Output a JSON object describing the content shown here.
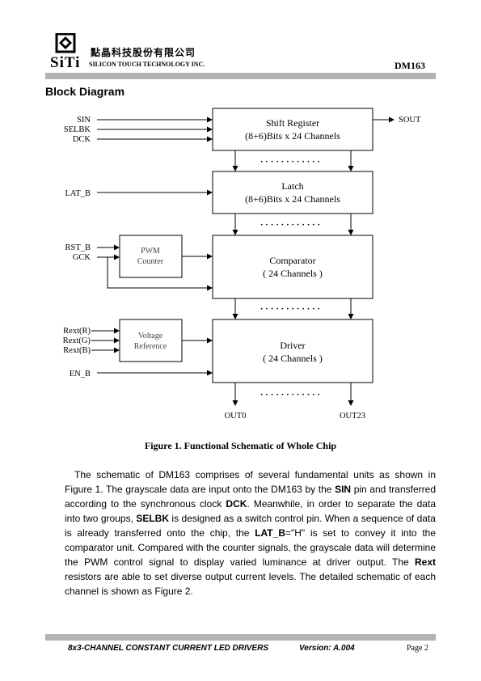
{
  "header": {
    "company_cn": "點晶科技股份有限公司",
    "company_en": "SILICON TOUCH TECHNOLOGY INC.",
    "logo_text": "SiTi",
    "part_number": "DM163"
  },
  "section_title": "Block Diagram",
  "diagram": {
    "blocks": {
      "shift_register": [
        "Shift Register",
        "(8+6)Bits x 24 Channels"
      ],
      "latch": [
        "Latch",
        "(8+6)Bits x 24 Channels"
      ],
      "comparator": [
        "Comparator",
        "( 24 Channels )"
      ],
      "driver": [
        "Driver",
        "( 24 Channels )"
      ],
      "pwm_counter": [
        "PWM",
        "Counter"
      ],
      "voltage_reference": [
        "Voltage",
        "Reference"
      ]
    },
    "signals": {
      "sin": "SIN",
      "selbk": "SELBK",
      "dck": "DCK",
      "sout": "SOUT",
      "lat_b": "LAT_B",
      "rst_b": "RST_B",
      "gck": "GCK",
      "rext_r": "Rext(R)",
      "rext_g": "Rext(G)",
      "rext_b": "Rext(B)",
      "en_b": "EN_B",
      "out0": "OUT0",
      "out23": "OUT23"
    },
    "dots": "· · · · · · · · · · · ·"
  },
  "figure_caption": "Figure 1. Functional Schematic of Whole Chip",
  "body": {
    "seg1": "The schematic of DM163 comprises of several fundamental units as shown in Figure 1. The grayscale data are input onto the DM163 by the ",
    "b1": "SIN",
    "seg2": " pin and transferred according to the synchronous clock ",
    "b2": "DCK",
    "seg3": ".   Meanwhile, in order to separate the data into two groups, ",
    "b3": "SELBK",
    "seg4": " is designed as a switch control pin.   When a sequence of data is already transferred onto the chip, the ",
    "b4": "LAT_B",
    "seg5": "=\"H\" is set to convey it into the comparator unit.   Compared with the counter signals, the grayscale data will determine the PWM control signal to display varied luminance at driver output.   The ",
    "b5": "Rext",
    "seg6": " resistors are able to set diverse output current levels.   The detailed schematic of each channel is shown as Figure 2."
  },
  "footer": {
    "title": "8x3-CHANNEL CONSTANT CURRENT LED DRIVERS",
    "version": "Version: A.004",
    "page": "Page   2"
  }
}
